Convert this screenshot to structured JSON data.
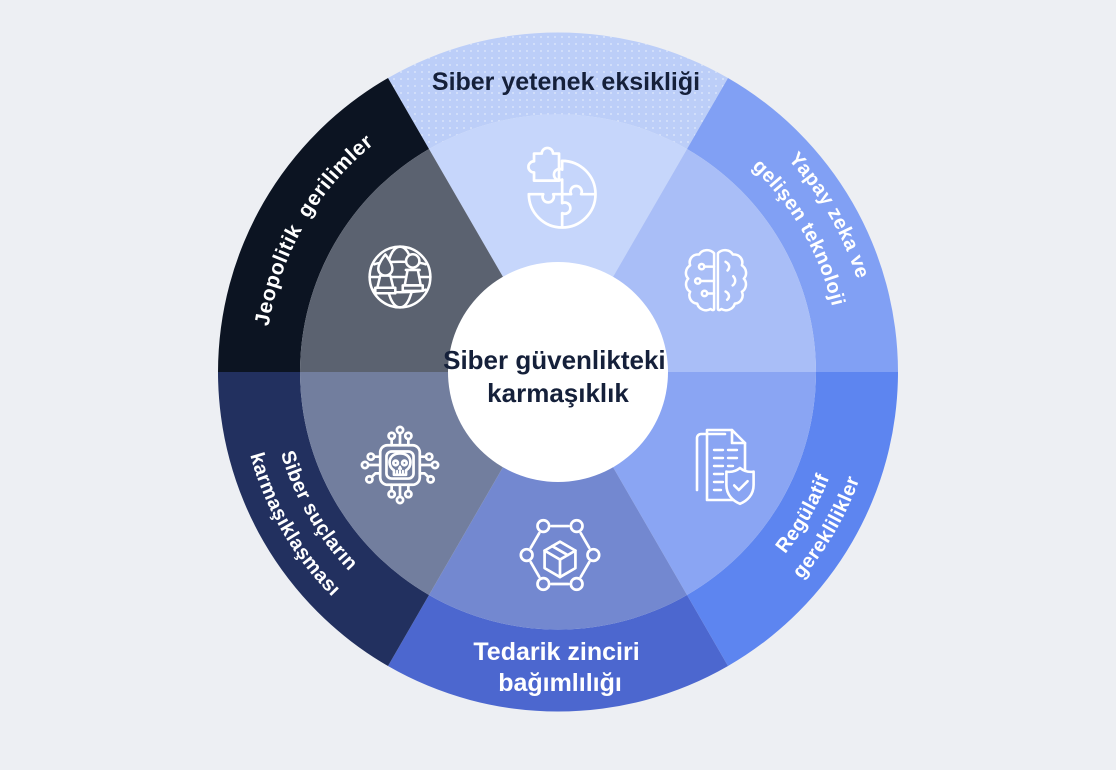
{
  "title": "Siber güvenlikteki karmaşıklık",
  "diagram_type": "circular-six-segment-wheel",
  "colors": {
    "background": "#edeff3",
    "center_circle": "#ffffff",
    "text_dark": "#15203a",
    "text_light": "#ffffff"
  },
  "center": {
    "line1": "Siber güvenlikteki",
    "line2": "karmaşıklık"
  },
  "segments": [
    {
      "name": "siber-yetenek-eksikligi",
      "label": "Siber yetenek eksikliği",
      "line1": "Siber yetenek eksikliği",
      "position": "top",
      "ring_color": "#bccef8",
      "inner_color": "#c6d6fb",
      "label_color": "#15203a",
      "icon": "puzzle-icon",
      "dotted_texture": true
    },
    {
      "name": "yapay-zeka-ve-gelisen-teknoloji",
      "label": "Yapay zeka ve gelişen teknoloji",
      "line1": "Yapay zeka ve",
      "line2": "gelişen teknoloji",
      "position": "top-right",
      "ring_color": "#81a0f4",
      "inner_color": "#a9bef7",
      "label_color": "#ffffff",
      "icon": "brain-circuit-icon",
      "dotted_texture": false
    },
    {
      "name": "regulatif-gereklilikler",
      "label": "Regülatif gereklilikler",
      "line1": "Regülatif",
      "line2": "gereklilikler",
      "position": "bottom-right",
      "ring_color": "#5d85f0",
      "inner_color": "#8aa5f3",
      "label_color": "#ffffff",
      "icon": "document-shield-icon",
      "dotted_texture": false
    },
    {
      "name": "tedarik-zinciri-bagimliligi",
      "label": "Tedarik zinciri bağımlılığı",
      "line1": "Tedarik zinciri",
      "line2": "bağımlılığı",
      "position": "bottom",
      "ring_color": "#4c67cf",
      "inner_color": "#7388d0",
      "label_color": "#ffffff",
      "icon": "supply-cube-icon",
      "dotted_texture": false
    },
    {
      "name": "siber-suclarin-karmasiklasmasi",
      "label": "Siber suçların karmaşıklaşması",
      "line1": "Siber suçların",
      "line2": "karmaşıklaşması",
      "position": "bottom-left",
      "ring_color": "#22305f",
      "inner_color": "#727e9e",
      "label_color": "#ffffff",
      "icon": "chip-skull-icon",
      "dotted_texture": false
    },
    {
      "name": "jeopolitik-gerilimler",
      "label": "Jeopolitik gerilimler",
      "line1": "Jeopolitik gerilimler",
      "position": "top-left",
      "ring_color": "#0c1422",
      "inner_color": "#5b6270",
      "label_color": "#ffffff",
      "icon": "globe-chess-icon",
      "dotted_texture": false
    }
  ]
}
